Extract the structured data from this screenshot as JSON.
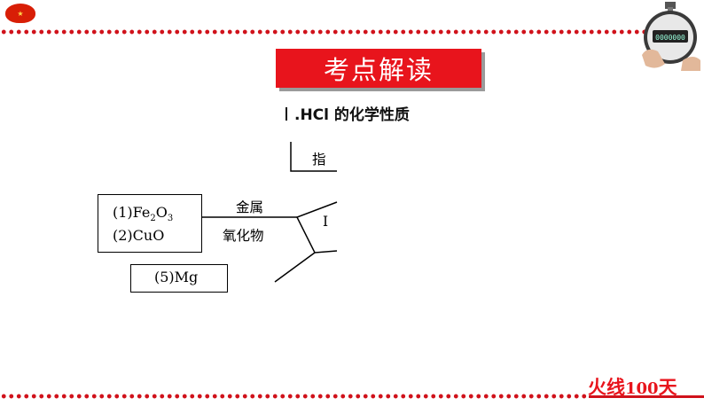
{
  "header": {
    "logo_icon": "publisher-logo-icon",
    "stopwatch_icon": "stopwatch-icon",
    "accent_color": "#e8141c"
  },
  "banner": {
    "title": "考点解读"
  },
  "section": {
    "heading": ".HCl 的化学性质"
  },
  "diagram": {
    "indicator_label": "指",
    "center_label": "I",
    "metal_oxide_line1": "金属",
    "metal_oxide_line2": "氧化物",
    "box1": {
      "line1_prefix": "(1)Fe",
      "line1_sub1": "2",
      "line1_mid": "O",
      "line1_sub2": "3",
      "line2": "(2)CuO"
    },
    "box2": {
      "line1": "(5)Mg"
    }
  },
  "footer": {
    "brand_text": "火线",
    "brand_number": "100",
    "brand_suffix": "天"
  }
}
